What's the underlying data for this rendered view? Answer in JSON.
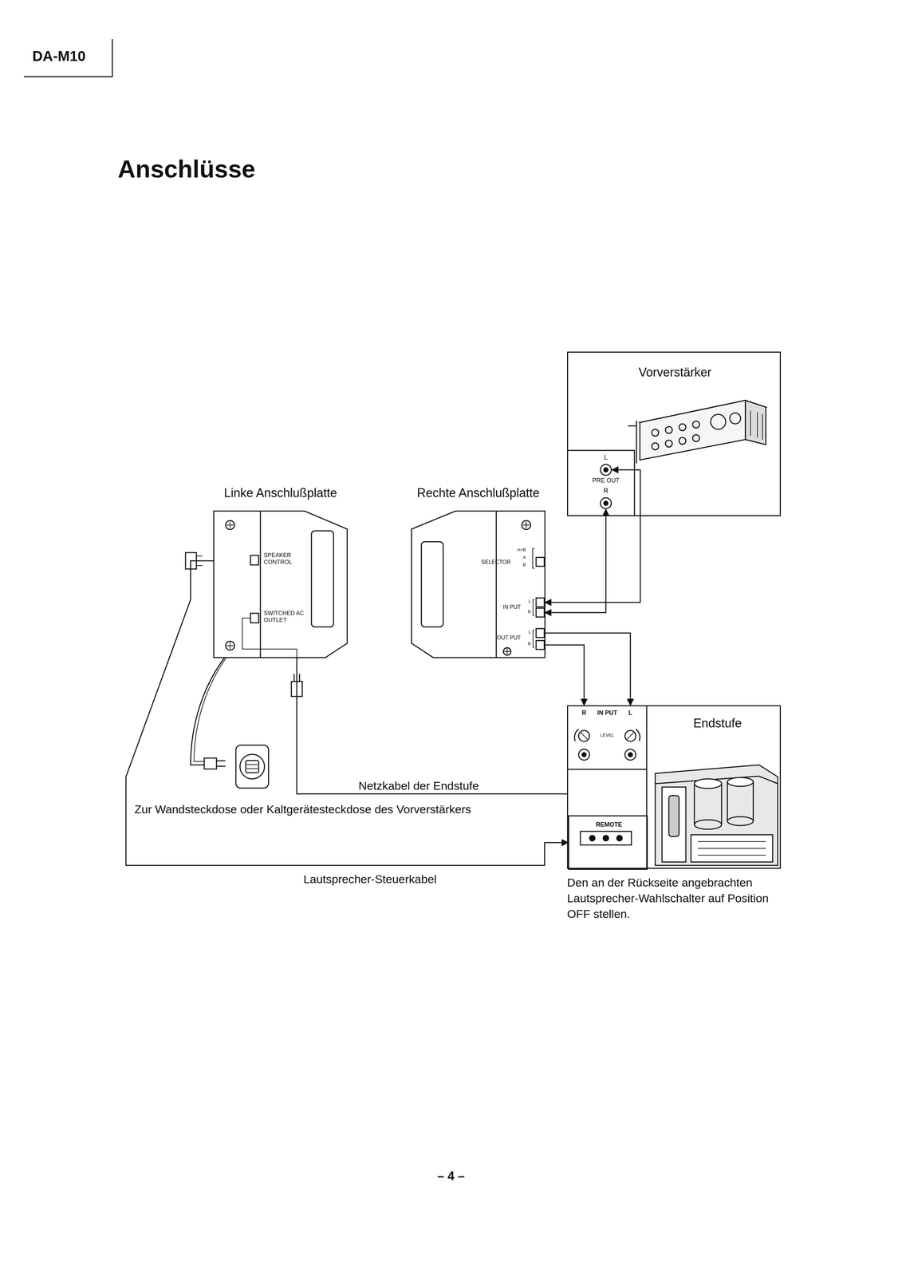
{
  "diagram": {
    "title": "Anschlüsse",
    "nodes": [
      {
        "text": [
          "Vorverstärker"
        ]
      },
      {
        "text": [
          "Linke Anschlußplatte"
        ]
      },
      {
        "text": [
          "Rechte Anschlußplatte"
        ]
      },
      {
        "text": [
          "Endstufe"
        ]
      },
      {
        "text": [
          "REMOTE"
        ],
        "in": 3
      }
    ],
    "edges": [
      {
        "from": 0,
        "to": 2,
        "arrow": "both"
      },
      {
        "from": 0,
        "to": 2,
        "arrow": "both"
      },
      {
        "from": 2,
        "to": 3,
        "arrow": "to"
      },
      {
        "from": 2,
        "to": 3,
        "arrow": "to"
      },
      {
        "from": 1,
        "to": 3,
        "label": "Netzkabel der Endstufe",
        "arrow": "none"
      },
      {
        "from": 1,
        "to": 4,
        "label": "Lautsprecher-Steuerkabel",
        "arrow": "to"
      }
    ],
    "labels": [
      "DA-M10",
      "L",
      "PRE OUT",
      "R",
      "SPEAKER CONTROL",
      "SWITCHED AC OUTLET",
      "SELECTOR",
      "A+B",
      "A",
      "B",
      "IN PUT",
      "L",
      "R",
      "OUT PUT",
      "L",
      "R",
      "R",
      "IN PUT",
      "L",
      "LEVEL",
      "Zur Wandsteckdose oder Kaltgerätesteckdose des Vorverstärkers",
      "Den an der Rückseite angebrachten Lautsprecher-Wahlschalter auf Position OFF stellen.",
      "– 4 –"
    ]
  }
}
